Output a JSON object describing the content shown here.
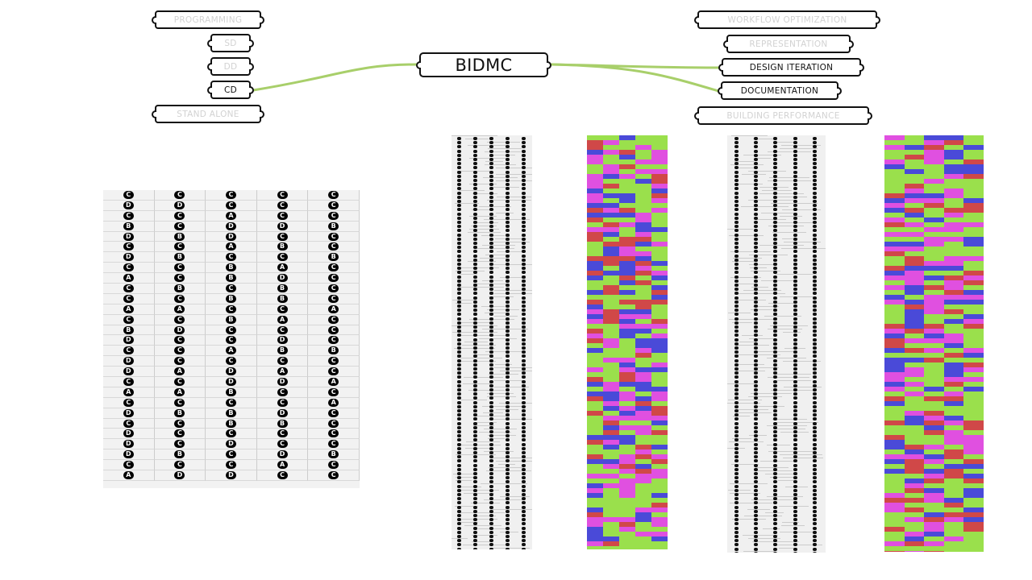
{
  "left_nodes": [
    {
      "label": "PROGRAMMING",
      "active": false
    },
    {
      "label": "SD",
      "active": false
    },
    {
      "label": "DD",
      "active": false
    },
    {
      "label": "CD",
      "active": true
    },
    {
      "label": "STAND ALONE",
      "active": false
    }
  ],
  "center_node": {
    "label": "BIDMC"
  },
  "right_nodes": [
    {
      "label": "WORKFLOW OPTIMIZATION",
      "active": false
    },
    {
      "label": "REPRESENTATION",
      "active": false
    },
    {
      "label": "DESIGN ITERATION",
      "active": true
    },
    {
      "label": "DOCUMENTATION",
      "active": true
    },
    {
      "label": "BUILDING PERFORMANCE",
      "active": false
    }
  ],
  "wire_color": "#a8cf6a",
  "answer_grid": [
    [
      "C",
      "C",
      "C",
      "C",
      "C"
    ],
    [
      "D",
      "D",
      "C",
      "C",
      "C"
    ],
    [
      "C",
      "C",
      "A",
      "C",
      "C"
    ],
    [
      "B",
      "C",
      "D",
      "D",
      "B"
    ],
    [
      "D",
      "B",
      "D",
      "C",
      "C"
    ],
    [
      "C",
      "C",
      "A",
      "B",
      "C"
    ],
    [
      "D",
      "B",
      "C",
      "C",
      "B"
    ],
    [
      "C",
      "C",
      "B",
      "A",
      "C"
    ],
    [
      "A",
      "C",
      "B",
      "D",
      "C"
    ],
    [
      "C",
      "B",
      "C",
      "B",
      "C"
    ],
    [
      "C",
      "C",
      "B",
      "B",
      "C"
    ],
    [
      "A",
      "A",
      "C",
      "C",
      "A"
    ],
    [
      "C",
      "C",
      "B",
      "A",
      "C"
    ],
    [
      "B",
      "D",
      "C",
      "C",
      "C"
    ],
    [
      "D",
      "C",
      "C",
      "D",
      "C"
    ],
    [
      "C",
      "C",
      "A",
      "B",
      "B"
    ],
    [
      "D",
      "C",
      "C",
      "C",
      "C"
    ],
    [
      "D",
      "A",
      "D",
      "A",
      "C"
    ],
    [
      "C",
      "C",
      "D",
      "D",
      "A"
    ],
    [
      "A",
      "A",
      "B",
      "C",
      "C"
    ],
    [
      "C",
      "C",
      "C",
      "C",
      "A"
    ],
    [
      "D",
      "B",
      "B",
      "D",
      "C"
    ],
    [
      "C",
      "C",
      "B",
      "B",
      "C"
    ],
    [
      "D",
      "C",
      "C",
      "C",
      "C"
    ],
    [
      "D",
      "C",
      "D",
      "C",
      "C"
    ],
    [
      "D",
      "B",
      "C",
      "D",
      "B"
    ],
    [
      "C",
      "C",
      "C",
      "A",
      "C"
    ],
    [
      "A",
      "D",
      "D",
      "C",
      "C"
    ]
  ],
  "heatmap_colors": [
    "#9ae04c",
    "#e050e0",
    "#4a4ad8",
    "#d04848"
  ]
}
